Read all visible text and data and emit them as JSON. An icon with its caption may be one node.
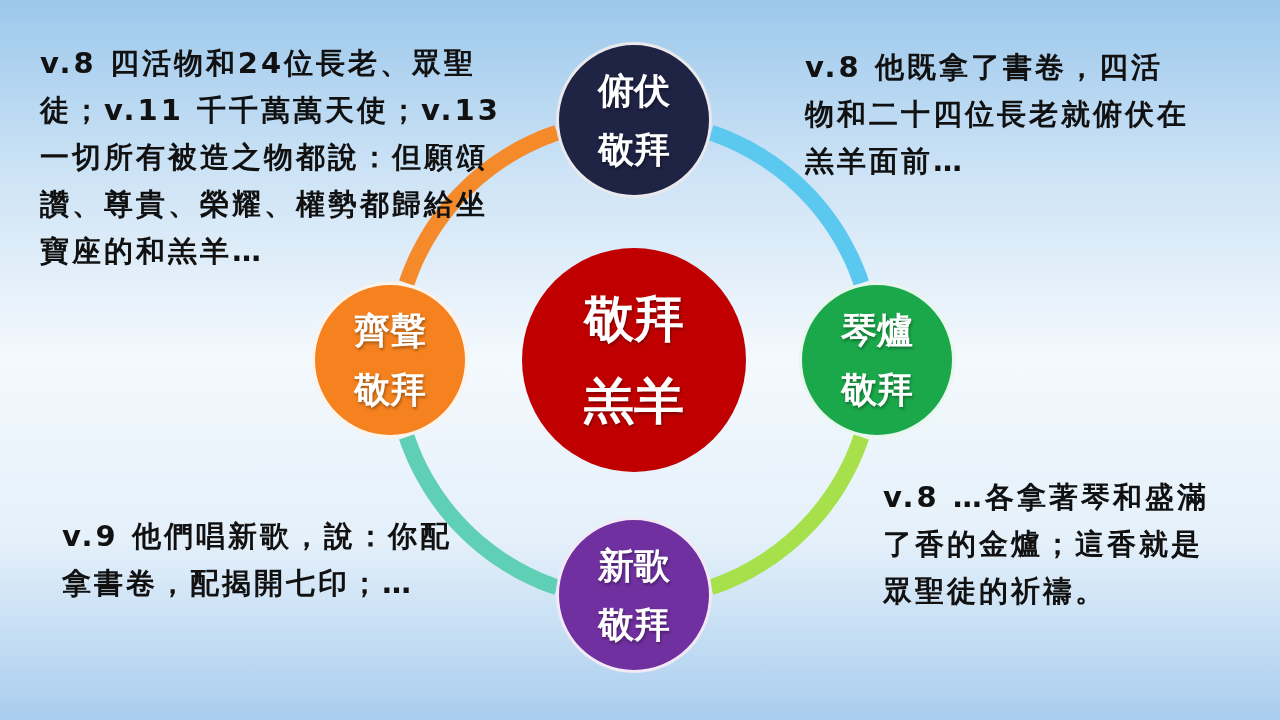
{
  "diagram": {
    "nodes": [
      {
        "text": [
          "俯伏敬拜"
        ]
      },
      {
        "text": [
          "琴爐敬拜"
        ]
      },
      {
        "text": [
          "新歌敬拜"
        ]
      },
      {
        "text": [
          "齊聲敬拜"
        ]
      },
      {
        "text": [
          "敬拜羔羊"
        ]
      }
    ],
    "edges": [
      {
        "from": 0,
        "to": 1,
        "arrow": "none",
        "color": "#5bc8f0"
      },
      {
        "from": 1,
        "to": 2,
        "arrow": "none",
        "color": "#a6e04a"
      },
      {
        "from": 2,
        "to": 3,
        "arrow": "none",
        "color": "#5fcfb5"
      },
      {
        "from": 3,
        "to": 0,
        "arrow": "none",
        "color": "#f58a2a"
      }
    ],
    "labels": [
      "v.8 四活物和24位長老、眾聖徒；v.11 千千萬萬天使；v.13一切所有被造之物都說：但願頌讚、尊貴、榮耀、權勢都歸給坐寶座的和羔羊…",
      "v.8 他既拿了書卷，四活物和二十四位長老就俯伏在羔羊面前…",
      "v.9 他們唱新歌，說：你配拿書卷，配揭開七印；…",
      "v.8 …各拿著琴和盛滿了香的金爐；這香就是眾聖徒的祈禱。"
    ]
  }
}
